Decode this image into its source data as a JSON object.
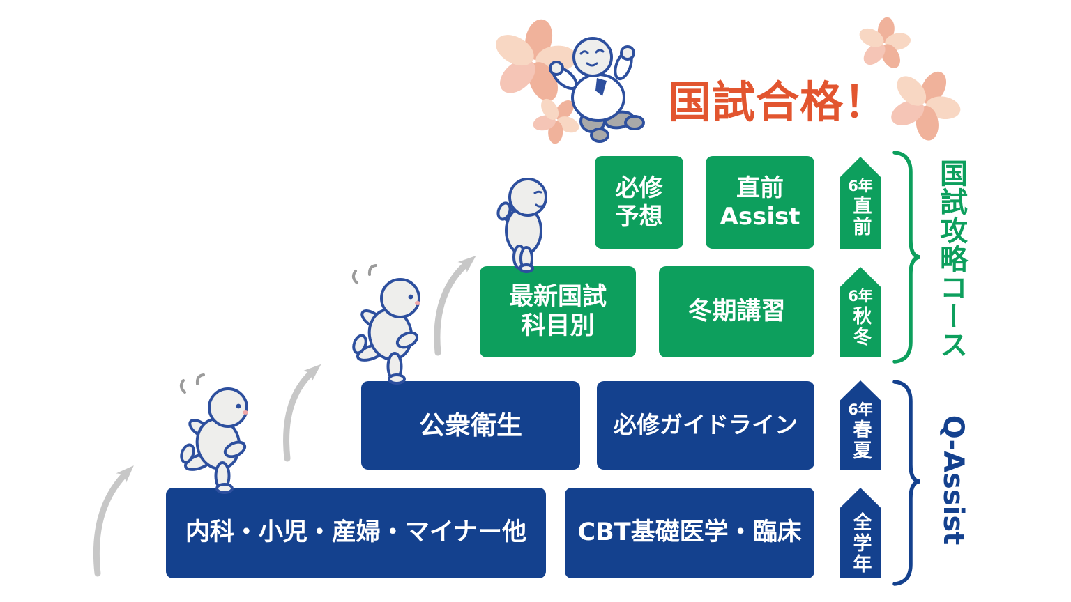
{
  "title": "国試合格！",
  "palette": {
    "green": "#0d9f5d",
    "blue": "#14418e",
    "title_orange": "#e2552f",
    "arrow_gray": "#c7c7c7",
    "sakura_pink": "#f0b29b",
    "sakura_light": "#f8d7c3"
  },
  "course_groups": [
    {
      "id": "kokushi-kouryaku",
      "label": "国試攻略コース",
      "color": "#0d9f5d"
    },
    {
      "id": "q-assist",
      "label": "Q-Assist",
      "color": "#14418e"
    }
  ],
  "rows": [
    {
      "group": "kokushi-kouryaku",
      "boxes": [
        {
          "lines": [
            "必修",
            "予想"
          ]
        },
        {
          "lines": [
            "直前",
            "Assist"
          ]
        }
      ],
      "stage": {
        "year": "6年",
        "season": "直前"
      }
    },
    {
      "group": "kokushi-kouryaku",
      "boxes": [
        {
          "lines": [
            "最新国試",
            "科目別"
          ]
        },
        {
          "lines": [
            "冬期講習"
          ]
        }
      ],
      "stage": {
        "year": "6年",
        "season": "秋冬"
      }
    },
    {
      "group": "q-assist",
      "boxes": [
        {
          "lines": [
            "公衆衛生"
          ]
        },
        {
          "lines": [
            "必修ガイドライン"
          ]
        }
      ],
      "stage": {
        "year": "6年",
        "season": "春夏"
      }
    },
    {
      "group": "q-assist",
      "boxes": [
        {
          "lines": [
            "内科・小児・産婦・マイナー他"
          ]
        },
        {
          "lines": [
            "CBT基礎医学・臨床"
          ]
        }
      ],
      "stage": {
        "season": "全学年"
      }
    }
  ],
  "icons": {
    "sakura": "five-petal-blossom",
    "arrow": "curved-up-arrow",
    "mascot": "round-character"
  }
}
